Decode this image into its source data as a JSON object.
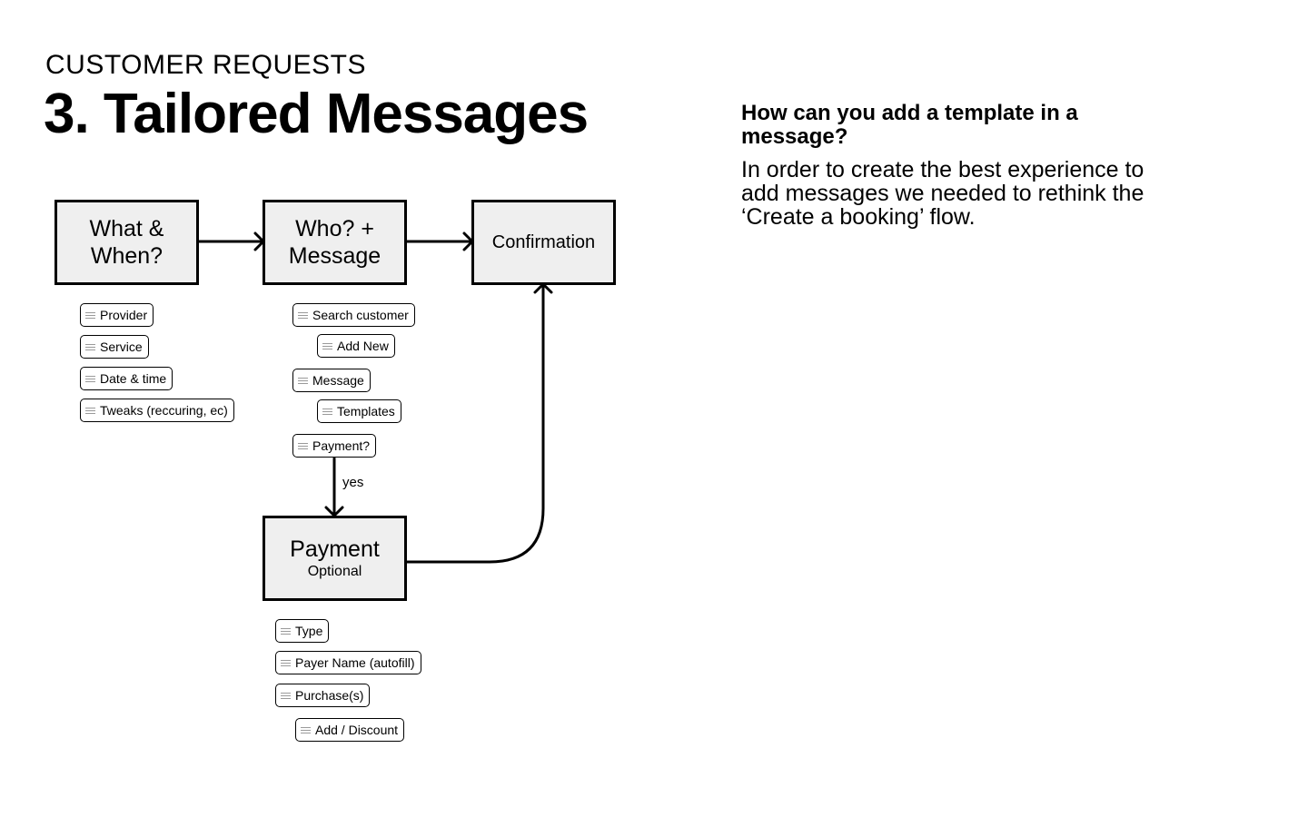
{
  "header": {
    "eyebrow": "CUSTOMER REQUESTS",
    "title": "3. Tailored Messages"
  },
  "side_panel": {
    "question": "How can you add a template in a message?",
    "answer": "In order to create the best experience to add messages we needed to rethink the ‘Create a booking’ flow."
  },
  "flow": {
    "node_what": {
      "label": "What &\nWhen?"
    },
    "node_who": {
      "label": "Who? +\nMessage"
    },
    "node_confirmation": {
      "label": "Confirmation"
    },
    "node_payment": {
      "label": "Payment",
      "sublabel": "Optional"
    },
    "edge_yes_label": "yes",
    "what_items": [
      "Provider",
      "Service",
      "Date & time",
      "Tweaks (reccuring, ec)"
    ],
    "who_items": [
      "Search customer",
      "Add New",
      "Message",
      "Templates",
      "Payment?"
    ],
    "payment_items": [
      "Type",
      "Payer Name (autofill)",
      "Purchase(s)",
      "Add / Discount"
    ]
  },
  "colors": {
    "node_fill": "#efefef",
    "stroke": "#000000",
    "grip": "#9a9a9a"
  },
  "icons": {
    "chip_grip": "drag-handle-icon",
    "arrow_head": "arrowhead-icon"
  }
}
